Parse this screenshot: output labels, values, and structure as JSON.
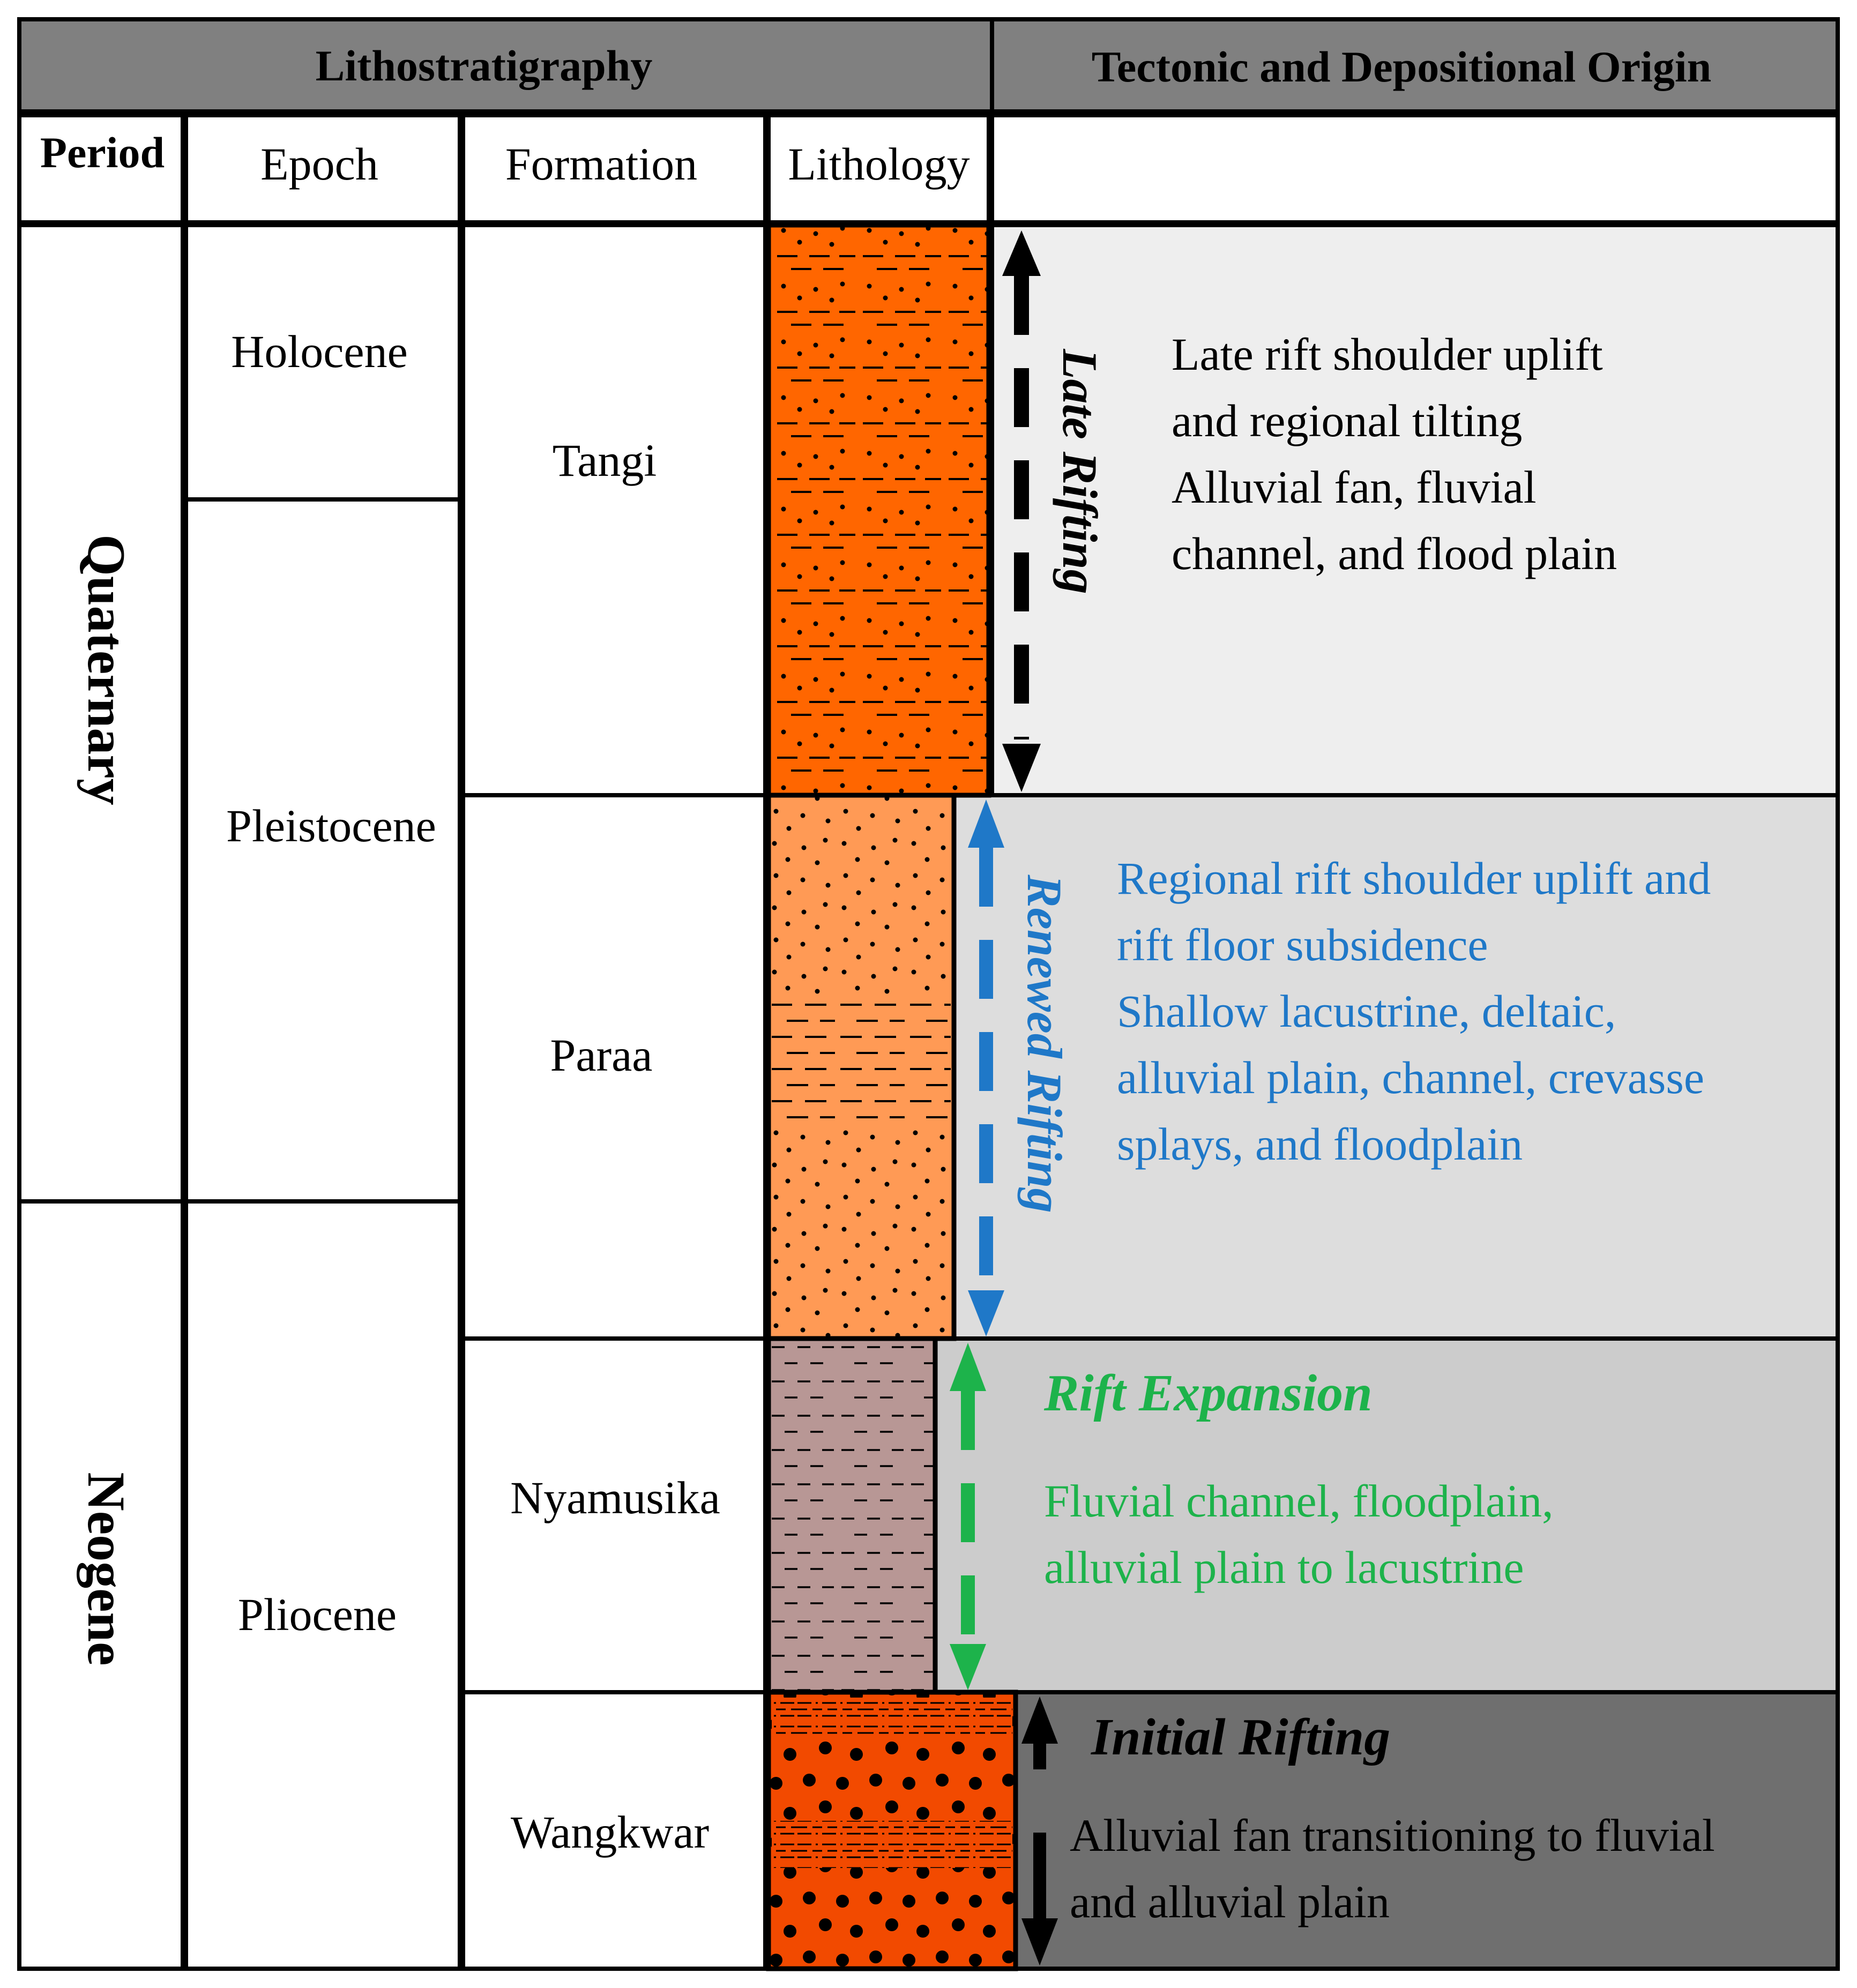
{
  "header": {
    "left_title": "Lithostratigraphy",
    "right_title": "Tectonic and Depositional Origin"
  },
  "columns": {
    "period": "Period",
    "epoch": "Epoch",
    "formation": "Formation",
    "lithology": "Lithology"
  },
  "periods": [
    "Quaternary",
    "Neogene"
  ],
  "epochs": [
    "Holocene",
    "Pleistocene",
    "Pliocene"
  ],
  "formations": [
    "Tangi",
    "Paraa",
    "Nyamusika",
    "Wangkwar"
  ],
  "phases": {
    "late": {
      "label": "Late Rifting",
      "description": [
        "Late rift shoulder uplift",
        "and regional tilting",
        "Alluvial fan, fluvial",
        "channel, and flood plain"
      ]
    },
    "renewed": {
      "label": "Renewed Rifting",
      "description": [
        "Regional rift shoulder uplift and",
        "rift floor subsidence",
        "Shallow lacustrine, deltaic,",
        "alluvial plain, channel, crevasse",
        "splays, and floodplain"
      ]
    },
    "expansion": {
      "label": "Rift Expansion",
      "description": [
        "Fluvial channel, floodplain,",
        "alluvial plain to lacustrine"
      ]
    },
    "initial": {
      "label": "Initial Rifting",
      "description": [
        "Alluvial fan transitioning to fluvial",
        "and alluvial plain"
      ]
    }
  },
  "colors": {
    "header_bg": "#808080",
    "late_bg": "#eeeeee",
    "renewed_bg": "#dddddd",
    "expansion_bg": "#cccccc",
    "initial_bg": "#6f6f6f",
    "tangi_fill": "#ff6600",
    "paraa_fill": "#ff9a55",
    "nyamusika_fill": "#b89795",
    "wangkwar_fill": "#f24a00",
    "renewed_text": "#1f78c8",
    "expansion_text": "#1db34b"
  }
}
